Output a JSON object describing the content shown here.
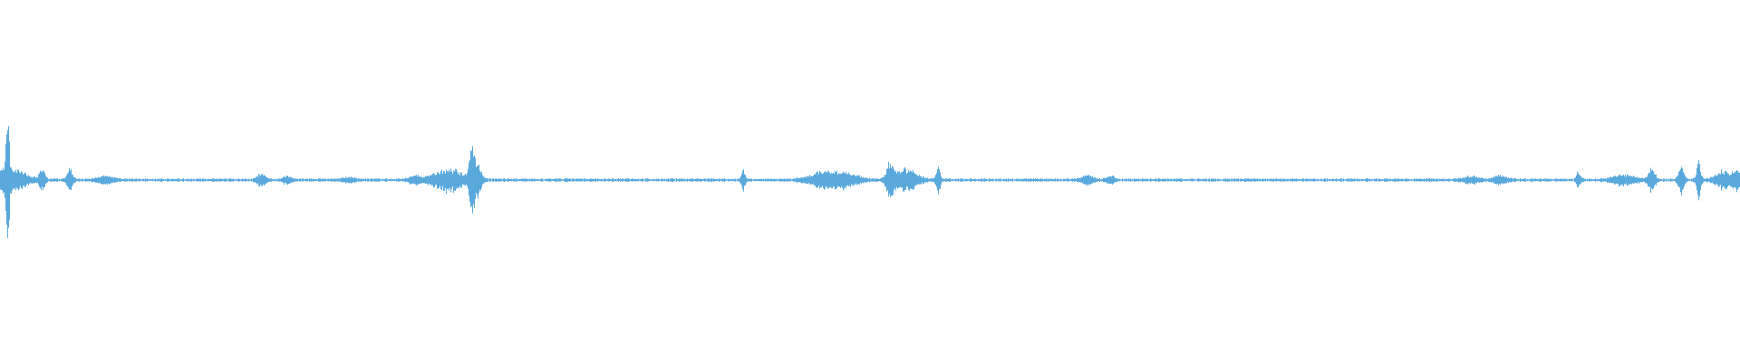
{
  "waveform": {
    "color": "#5aa9dd",
    "background": "#ffffff",
    "baseline_amplitude": 0.004,
    "bursts": [
      {
        "t": 0.0,
        "amp": 0.03,
        "width": 0.006
      },
      {
        "t": 0.0042,
        "amp": 0.165,
        "width": 0.0012
      },
      {
        "t": 0.01,
        "amp": 0.022,
        "width": 0.008
      },
      {
        "t": 0.024,
        "amp": 0.03,
        "width": 0.002
      },
      {
        "t": 0.04,
        "amp": 0.028,
        "width": 0.002
      },
      {
        "t": 0.06,
        "amp": 0.01,
        "width": 0.006
      },
      {
        "t": 0.15,
        "amp": 0.018,
        "width": 0.003
      },
      {
        "t": 0.165,
        "amp": 0.01,
        "width": 0.003
      },
      {
        "t": 0.2,
        "amp": 0.008,
        "width": 0.004
      },
      {
        "t": 0.238,
        "amp": 0.01,
        "width": 0.004
      },
      {
        "t": 0.257,
        "amp": 0.032,
        "width": 0.01
      },
      {
        "t": 0.271,
        "amp": 0.08,
        "width": 0.002
      },
      {
        "t": 0.274,
        "amp": 0.04,
        "width": 0.003
      },
      {
        "t": 0.427,
        "amp": 0.028,
        "width": 0.0015
      },
      {
        "t": 0.472,
        "amp": 0.018,
        "width": 0.01
      },
      {
        "t": 0.485,
        "amp": 0.018,
        "width": 0.01
      },
      {
        "t": 0.511,
        "amp": 0.045,
        "width": 0.0025
      },
      {
        "t": 0.52,
        "amp": 0.03,
        "width": 0.008
      },
      {
        "t": 0.539,
        "amp": 0.04,
        "width": 0.0015
      },
      {
        "t": 0.625,
        "amp": 0.012,
        "width": 0.004
      },
      {
        "t": 0.638,
        "amp": 0.01,
        "width": 0.003
      },
      {
        "t": 0.845,
        "amp": 0.01,
        "width": 0.005
      },
      {
        "t": 0.862,
        "amp": 0.01,
        "width": 0.005
      },
      {
        "t": 0.907,
        "amp": 0.022,
        "width": 0.0015
      },
      {
        "t": 0.933,
        "amp": 0.014,
        "width": 0.008
      },
      {
        "t": 0.949,
        "amp": 0.03,
        "width": 0.0025
      },
      {
        "t": 0.966,
        "amp": 0.035,
        "width": 0.002
      },
      {
        "t": 0.976,
        "amp": 0.055,
        "width": 0.0015
      },
      {
        "t": 0.99,
        "amp": 0.022,
        "width": 0.006
      },
      {
        "t": 0.998,
        "amp": 0.025,
        "width": 0.003
      }
    ]
  }
}
